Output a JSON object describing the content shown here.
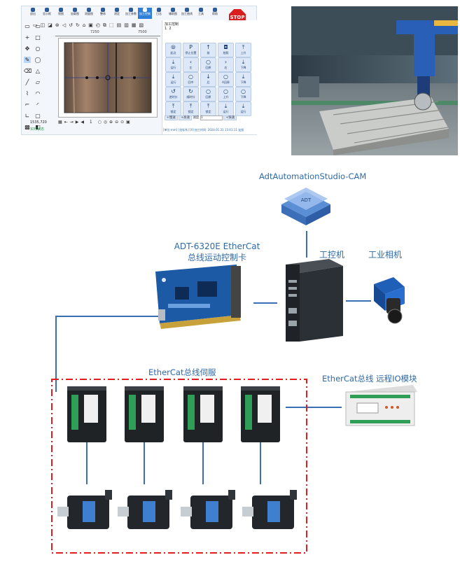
{
  "software": {
    "toolbar": [
      "退出",
      "显示框",
      "视图",
      "加载图",
      "测量图",
      "整体",
      "测定",
      "加工参数",
      "加工控制",
      "日志",
      "辅助图",
      "加工曲线",
      "工具",
      "帮助"
    ],
    "stop_label": "STOP",
    "ruler_marks": [
      "7250",
      "7500"
    ],
    "coordinate_readout": "1535,720",
    "status_left": "实时状态",
    "panel_title": "加工控制",
    "panel_tabs": [
      "1",
      "2"
    ],
    "panel_buttons": [
      {
        "icon": "⦾",
        "label": "起点"
      },
      {
        "icon": "P",
        "label": "停止位置"
      },
      {
        "icon": "↑",
        "label": "前"
      },
      {
        "icon": "◘",
        "label": "拍照"
      },
      {
        "icon": "⤒",
        "label": "上升"
      },
      {
        "icon": "⤓",
        "label": "运行"
      },
      {
        "icon": "‹",
        "label": "左"
      },
      {
        "icon": "○",
        "label": "回原"
      },
      {
        "icon": "›",
        "label": "右"
      },
      {
        "icon": "⤓",
        "label": "下降"
      },
      {
        "icon": "⤓",
        "label": "运行"
      },
      {
        "icon": "○",
        "label": "回中"
      },
      {
        "icon": "↓",
        "label": "后"
      },
      {
        "icon": "○",
        "label": "A回原"
      },
      {
        "icon": "⤓",
        "label": "下降"
      },
      {
        "icon": "↺",
        "label": "逆时针"
      },
      {
        "icon": "↻",
        "label": "顺时针"
      },
      {
        "icon": "○",
        "label": "回原"
      },
      {
        "icon": "○",
        "label": "上升"
      },
      {
        "icon": "○",
        "label": "下降"
      },
      {
        "icon": "⤒",
        "label": "锁定"
      },
      {
        "icon": "⤒",
        "label": "锁定"
      },
      {
        "icon": "⤒",
        "label": "锁定"
      },
      {
        "icon": "⤓",
        "label": "运行"
      },
      {
        "icon": "⤓",
        "label": "运行"
      }
    ],
    "speed_row": {
      "speed_label": "速度",
      "value": "1",
      "btn_left": "+慢速",
      "btn_mid": "+高速",
      "btn_right": "+快速"
    },
    "status_bar": "[单位:mm] [坐标系] [X] 加工时间:  2024.01.31 13:41:11 连接"
  },
  "diagram": {
    "cam_software": "AdtAutomationStudio-CAM",
    "cam_logo_text": "ADT",
    "control_card_line1": "ADT-6320E EtherCat",
    "control_card_line2": "总线运动控制卡",
    "ipc": "工控机",
    "camera": "工业相机",
    "servo_group": "EtherCat总线伺服",
    "io_module": "EtherCat总线 远程IO模块"
  },
  "colors": {
    "line": "#3b6fb5",
    "label": "#2f6aa6",
    "dashed_box": "#e02020",
    "pcb": "#1c5aa6",
    "servo_body": "#1f2326",
    "accent_green": "#2f9e57"
  }
}
